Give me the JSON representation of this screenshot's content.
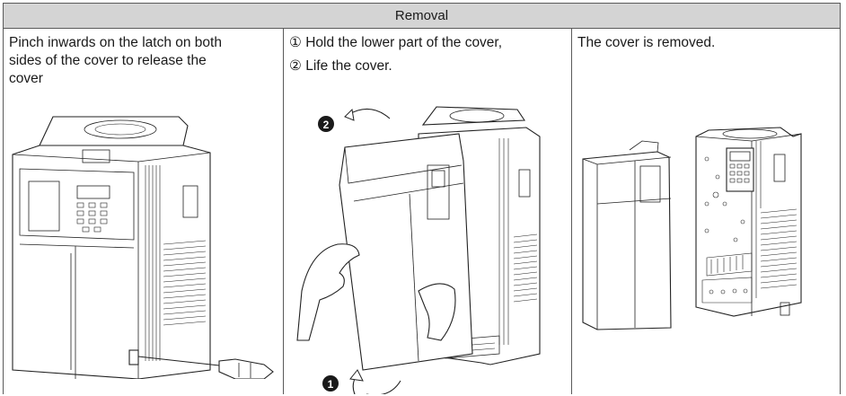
{
  "table": {
    "header": "Removal",
    "columns": [
      {
        "lines": [
          "Pinch inwards on the latch on both",
          "sides of the cover to release the",
          "cover"
        ]
      },
      {
        "lines": [
          "① Hold the lower part of the cover,",
          "② Life the cover."
        ]
      },
      {
        "lines": [
          "The cover is removed."
        ]
      }
    ]
  },
  "figure_labels": {
    "step1": "1",
    "step2": "2"
  }
}
